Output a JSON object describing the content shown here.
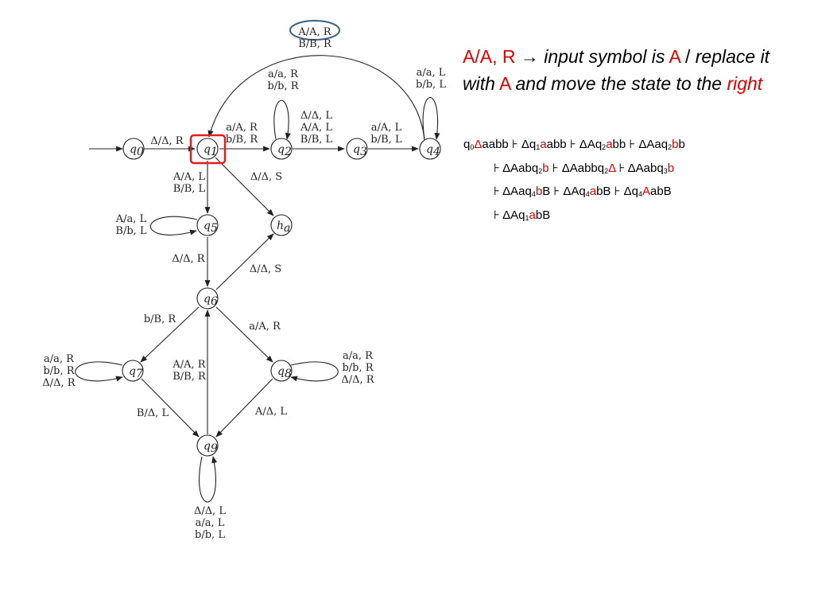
{
  "diagram": {
    "states": [
      {
        "id": "q0",
        "base": "q",
        "sub": "0"
      },
      {
        "id": "q1",
        "base": "q",
        "sub": "1"
      },
      {
        "id": "q2",
        "base": "q",
        "sub": "2"
      },
      {
        "id": "q3",
        "base": "q",
        "sub": "3"
      },
      {
        "id": "q4",
        "base": "q",
        "sub": "4"
      },
      {
        "id": "q5",
        "base": "q",
        "sub": "5"
      },
      {
        "id": "q6",
        "base": "q",
        "sub": "6"
      },
      {
        "id": "q7",
        "base": "q",
        "sub": "7"
      },
      {
        "id": "q8",
        "base": "q",
        "sub": "8"
      },
      {
        "id": "q9",
        "base": "q",
        "sub": "9"
      },
      {
        "id": "ha",
        "base": "h",
        "sub": "a"
      }
    ],
    "edges": {
      "top_arc": [
        "A/A, R",
        "B/B, R"
      ],
      "q0_q1": [
        "Δ/Δ, R"
      ],
      "q1_q2": [
        "a/A, R",
        "b/B, R"
      ],
      "q2_loop": [
        "a/a, R",
        "b/b, R"
      ],
      "q2_q3": [
        "Δ/Δ, L",
        "A/A, L",
        "B/B, L"
      ],
      "q3_q4": [
        "a/A, L",
        "b/B, L"
      ],
      "q4_loop": [
        "a/a, L",
        "b/b, L"
      ],
      "q1_q5": [
        "A/A, L",
        "B/B, L"
      ],
      "q1_ha": [
        "Δ/Δ, S"
      ],
      "q5_loop": [
        "A/a, L",
        "B/b, L"
      ],
      "q5_q6": [
        "Δ/Δ, R"
      ],
      "q6_ha": [
        "Δ/Δ, S"
      ],
      "q6_q7": [
        "b/B, R"
      ],
      "q6_q8": [
        "a/A, R"
      ],
      "q7_loop": [
        "a/a, R",
        "b/b, R",
        "Δ/Δ, R"
      ],
      "q8_loop": [
        "a/a, R",
        "b/b, R",
        "Δ/Δ, R"
      ],
      "q9_q6": [
        "A/A, R",
        "B/B, R"
      ],
      "q7_q9": [
        "B/Δ, L"
      ],
      "q8_q9": [
        "A/Δ, L"
      ],
      "q9_loop": [
        "Δ/Δ, L",
        "a/a, L",
        "b/b, L"
      ]
    },
    "highlight_color": "#e02020",
    "ellipse_color": "#3b5f86"
  },
  "explanation": {
    "rule": "A/A, R",
    "arrow": "→",
    "t1": "input symbol is",
    "symbol": "A",
    "slash": "/",
    "t2": "replace it with",
    "replace": "A",
    "t3": "and move the state to the",
    "direction": "right"
  },
  "trace": {
    "lines": [
      [
        {
          "t": "q"
        },
        {
          "t": "0",
          "sub": true
        },
        {
          "t": "Δ",
          "red": true
        },
        {
          "t": "aabb ⊦ Δq"
        },
        {
          "t": "1",
          "sub": true
        },
        {
          "t": "a",
          "red": true
        },
        {
          "t": "abb ⊦ ΔAq"
        },
        {
          "t": "2",
          "sub": true
        },
        {
          "t": "a",
          "red": true
        },
        {
          "t": "bb ⊦ ΔAaq"
        },
        {
          "t": "2",
          "sub": true
        },
        {
          "t": "b",
          "red": true
        },
        {
          "t": "b"
        }
      ],
      [
        {
          "t": "⊦ ΔAabq"
        },
        {
          "t": "2",
          "sub": true
        },
        {
          "t": "b",
          "red": true
        },
        {
          "t": " ⊦ ΔAabbq"
        },
        {
          "t": "2",
          "sub": true
        },
        {
          "t": "Δ",
          "red": true
        },
        {
          "t": " ⊦ ΔAabq"
        },
        {
          "t": "3",
          "sub": true
        },
        {
          "t": "b",
          "red": true
        }
      ],
      [
        {
          "t": "⊦ ΔAaq"
        },
        {
          "t": "4",
          "sub": true
        },
        {
          "t": "b",
          "red": true
        },
        {
          "t": "B ⊦ ΔAq"
        },
        {
          "t": "4",
          "sub": true
        },
        {
          "t": "a",
          "red": true
        },
        {
          "t": "bB ⊦ Δq"
        },
        {
          "t": "4",
          "sub": true
        },
        {
          "t": "A",
          "red": true
        },
        {
          "t": "abB"
        }
      ],
      [
        {
          "t": "⊦ ΔAq"
        },
        {
          "t": "1",
          "sub": true
        },
        {
          "t": "a",
          "red": true
        },
        {
          "t": "bB"
        }
      ]
    ]
  }
}
